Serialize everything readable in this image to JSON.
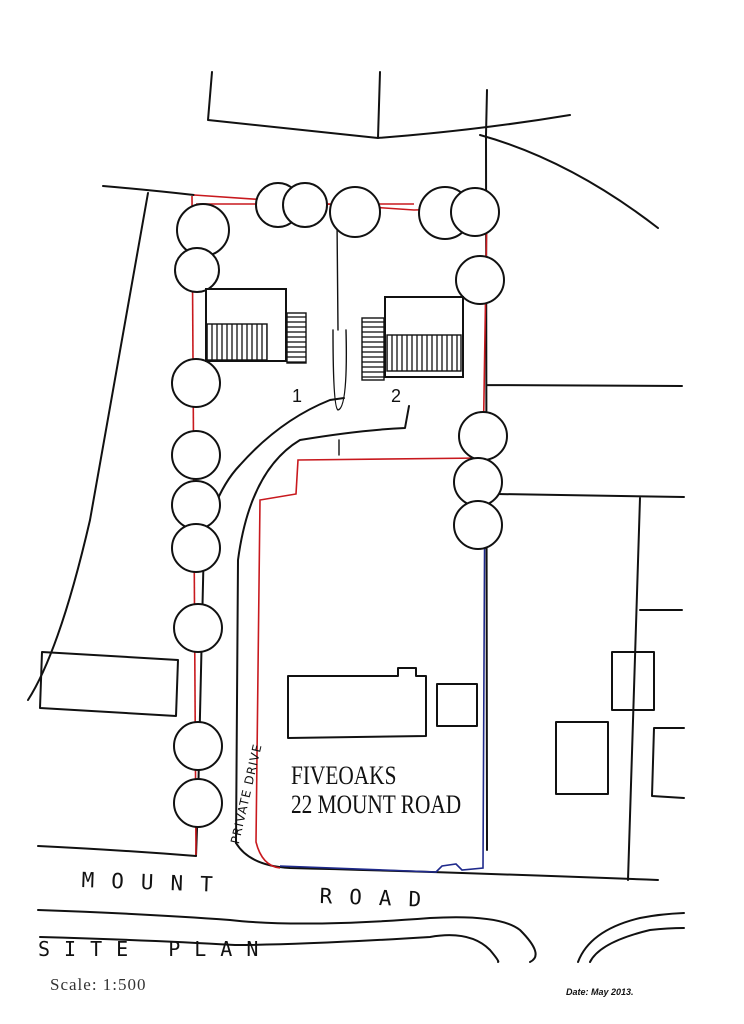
{
  "plan": {
    "title": "SITE PLAN",
    "scale": "Scale: 1:500",
    "date": "Date: May 2013.",
    "property_name": "FIVEOAKS",
    "property_address": "22 MOUNT ROAD",
    "road_label_part1": "MOUNT",
    "road_label_part2": "ROAD",
    "drive_label": "PRIVATE DRIVE",
    "house_labels": [
      "1",
      "2"
    ]
  },
  "colors": {
    "site_boundary": "#c8191e",
    "ownership_boundary": "#1f2a8c",
    "linework": "#111111"
  }
}
